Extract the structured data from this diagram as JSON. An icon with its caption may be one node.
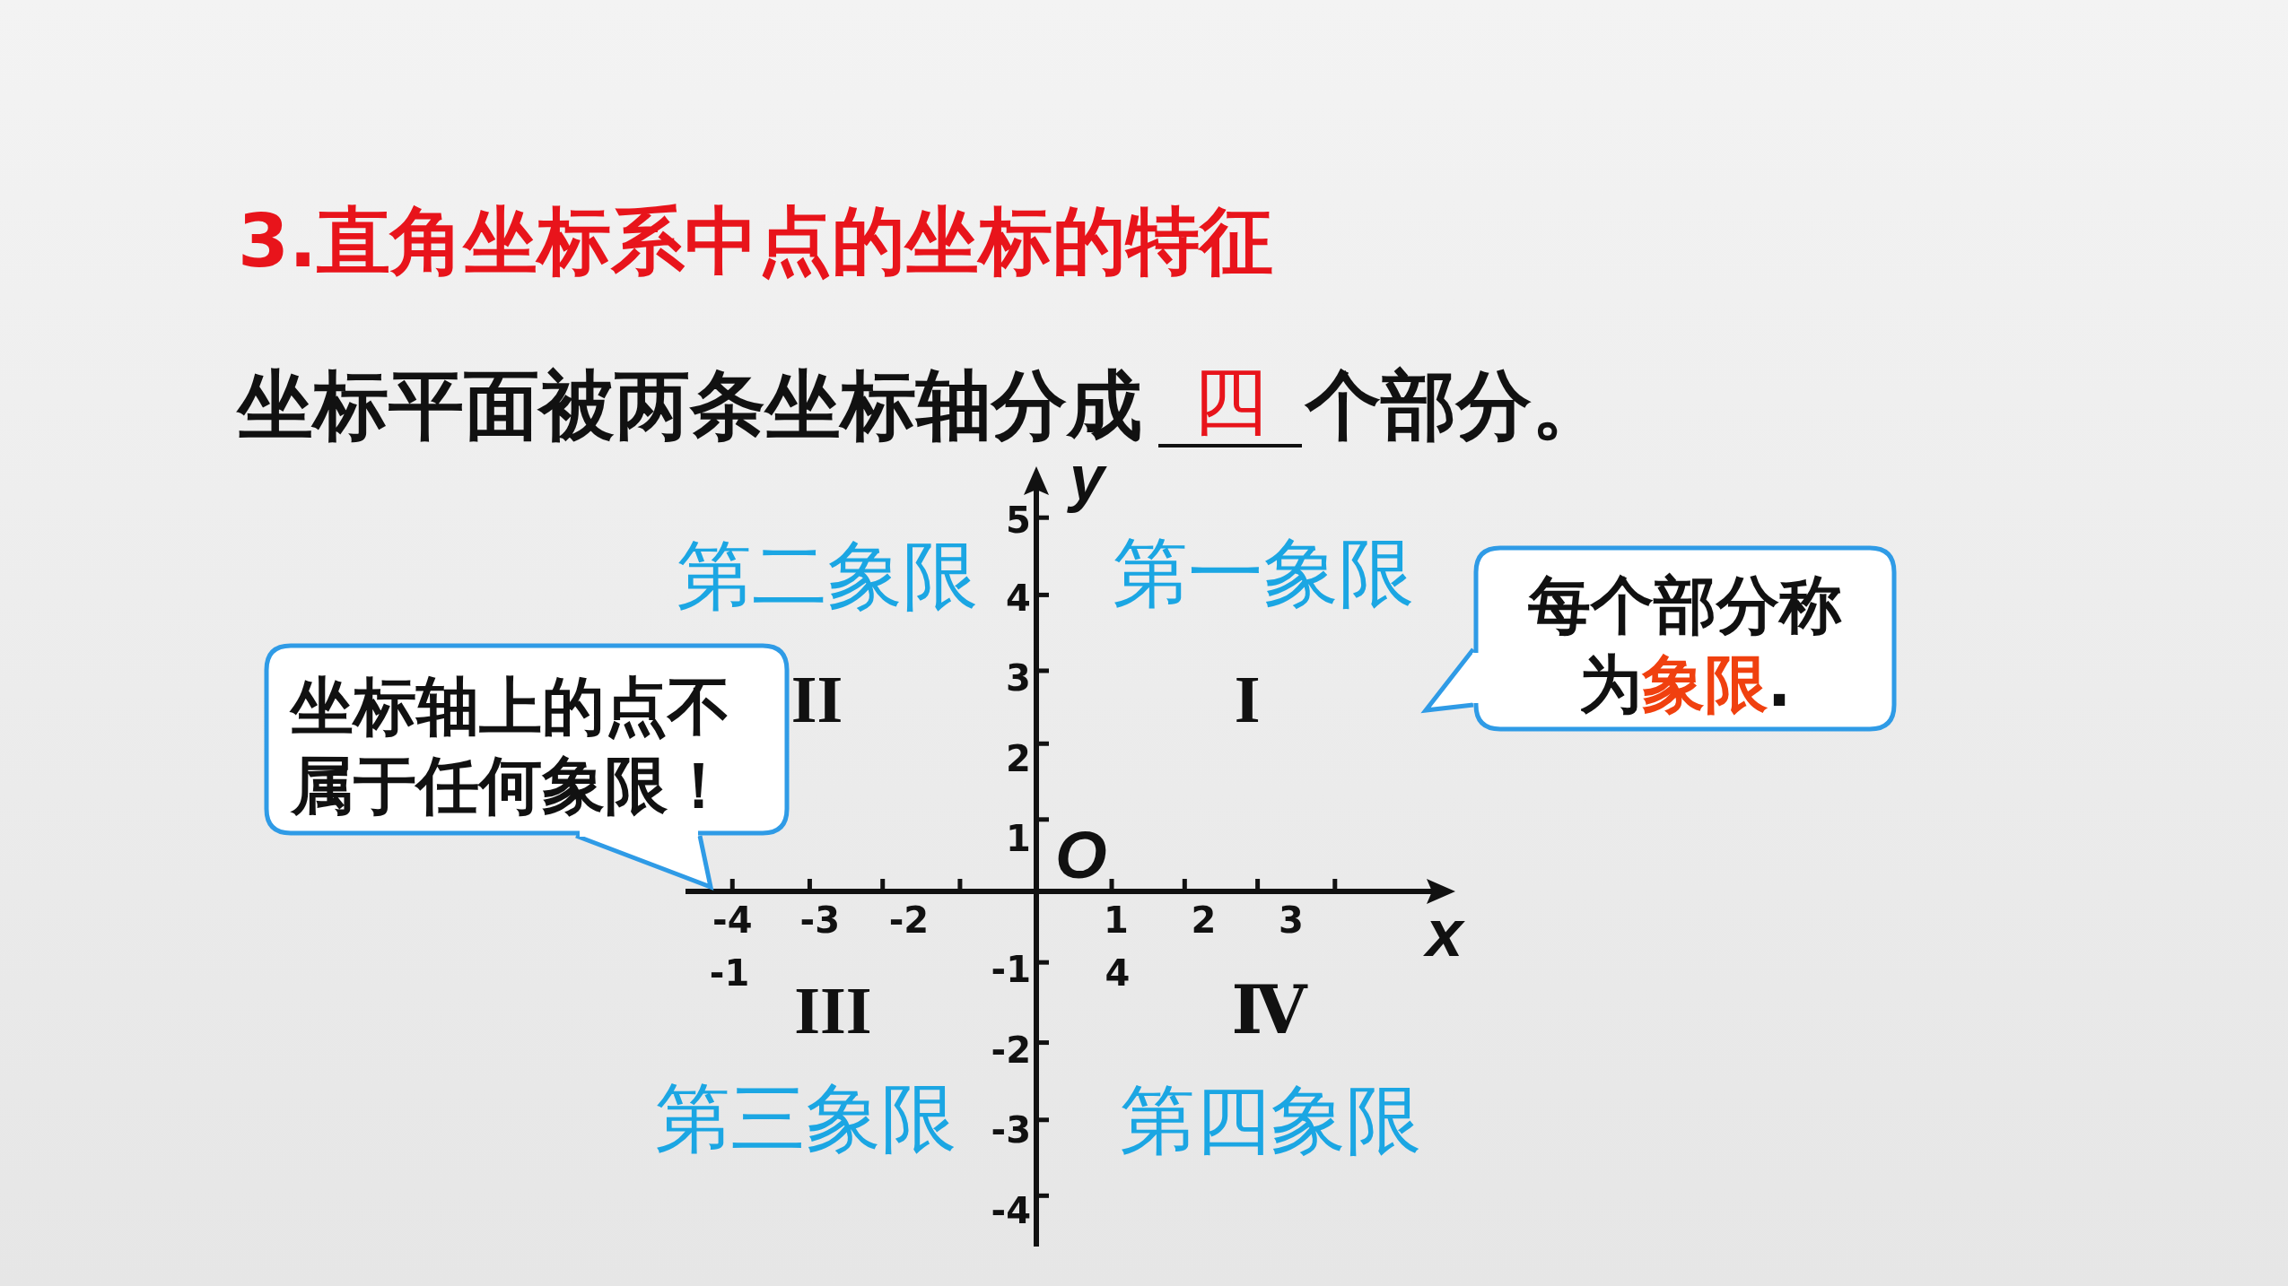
{
  "diagram": {
    "title": "3.直角坐标系中点的坐标的特征",
    "nodes": [
      {
        "text": [
          "坐标轴上的点不属于任何象限！"
        ]
      },
      {
        "text": [
          "每个部分称为",
          "象限",
          "."
        ]
      }
    ],
    "labels": [
      "坐标平面被两条坐标轴分成",
      "四",
      "个部分。",
      "y",
      "5",
      "第二象限",
      "4",
      "第一象限",
      "3",
      "II",
      "I",
      "2",
      "1",
      "O",
      "-4",
      "-3",
      "-2",
      "1",
      "2",
      "3",
      "x",
      "-1",
      "-1",
      "4",
      "III",
      "Ⅳ",
      "-2",
      "第三象限",
      "-3",
      "第四象限",
      "-4"
    ]
  }
}
